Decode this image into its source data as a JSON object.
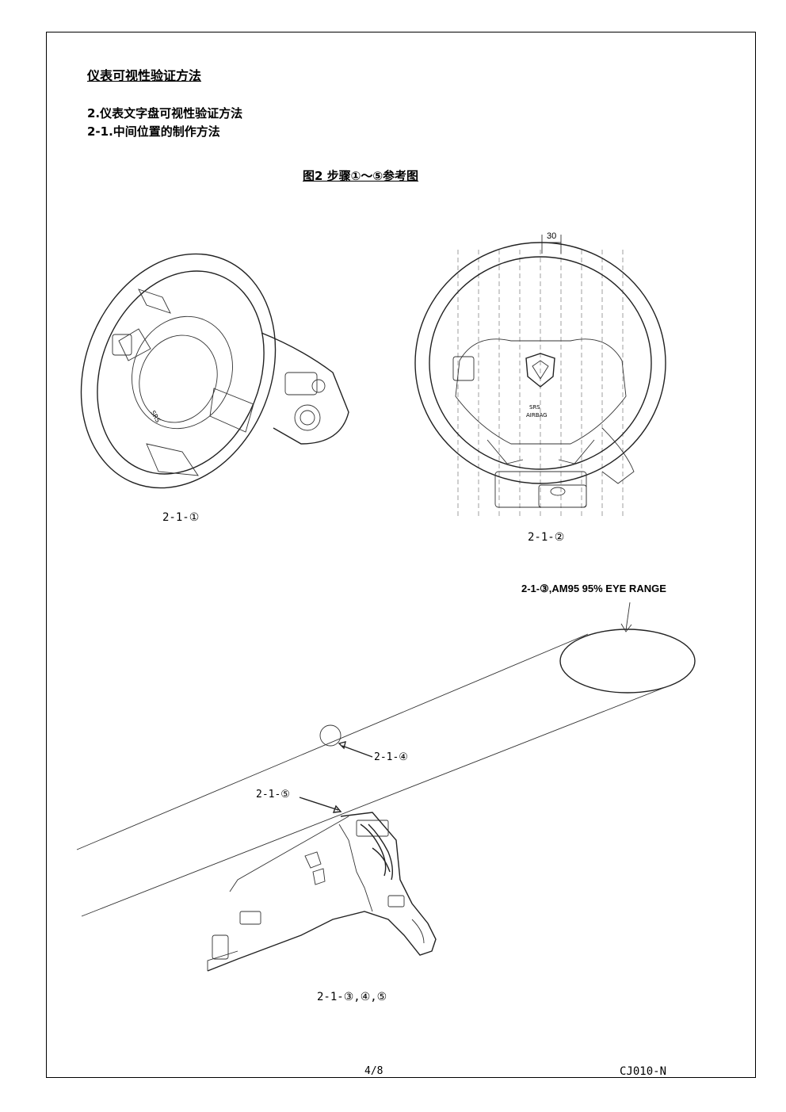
{
  "header": {
    "title": "仪表可视性验证方法",
    "section": "2.仪表文字盘可视性验证方法",
    "subsection": "2-1.中间位置的制作方法"
  },
  "figure": {
    "title": "图2  步骤①～⑤参考图",
    "dimension_label": "30",
    "captions": {
      "step1": "2-1-①",
      "step2": "2-1-②",
      "step345": "2-1-③,④,⑤"
    },
    "labels": {
      "eye_range": "2-1-③,AM95 95% EYE RANGE",
      "step4": "2-1-④",
      "step5": "2-1-⑤"
    }
  },
  "footer": {
    "page": "4/8",
    "doc_code": "CJ010-N"
  }
}
